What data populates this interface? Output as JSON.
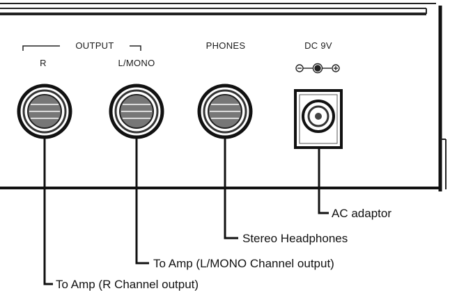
{
  "panel": {
    "output_group": "OUTPUT",
    "right": "R",
    "left_mono": "L/MONO",
    "phones": "PHONES",
    "dc": "DC 9V"
  },
  "callouts": {
    "ac_adaptor": "AC adaptor",
    "stereo_headphones": "Stereo Headphones",
    "amp_lmono": "To Amp (L/MONO Channel output)",
    "amp_r": "To Amp (R Channel output)"
  }
}
